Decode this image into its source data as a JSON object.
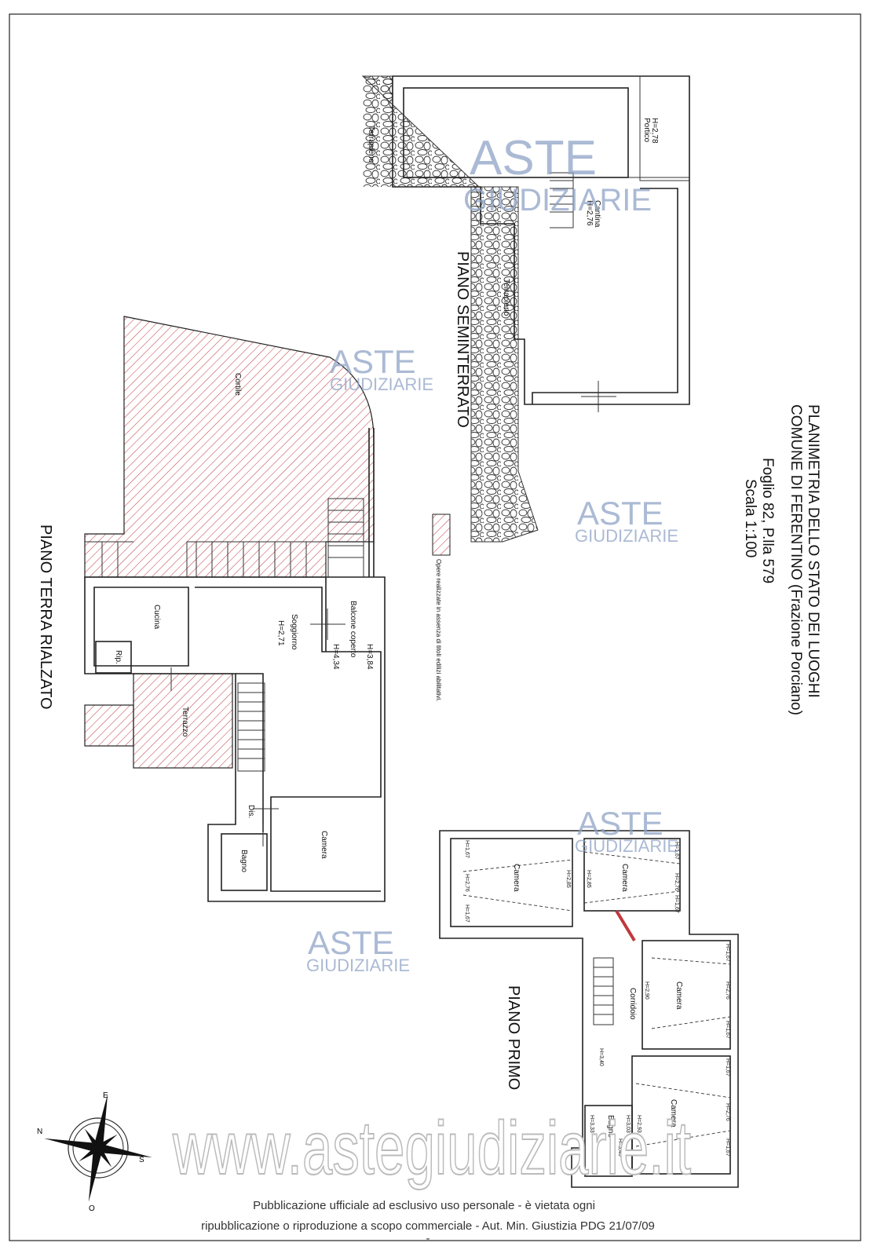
{
  "title": {
    "line1": "PLANIMETRIA DELLO STATO DEI LUOGHI",
    "line2": "COMUNE DI FERENTINO (Frazione Porciano)",
    "line3": "Foglio 82, P.lla 579",
    "line4": "Scala 1:100"
  },
  "legend": {
    "label": "Opere realizzate in assenza di titoli edilizi abilitativi.",
    "hatch_color": "#c0393b"
  },
  "floors": {
    "seminterrato": {
      "name": "PIANO SEMINTERRATO",
      "rooms": {
        "portico": "Portico",
        "portico_h": "H=2,78",
        "cantina": "Cantina",
        "cantina_h": "H=2,76",
        "terrapieno1": "Terrapieno",
        "terrapieno2": "Terrapieno"
      }
    },
    "terra": {
      "name": "PIANO TERRA RIALZATO",
      "rooms": {
        "cortile": "Cortile",
        "cucina": "Cucina",
        "rip": "Rip.",
        "soggiorno": "Soggiorno",
        "soggiorno_h": "H=2,71",
        "balcone": "Balcone coperto",
        "balcone_h1": "H=3,84",
        "balcone_h2": "H=4,34",
        "terrazzo": "Terrazzo",
        "dis": "Dis.",
        "bagno": "Bagno",
        "camera": "Camera"
      }
    },
    "primo": {
      "name": "PIANO PRIMO",
      "rooms": {
        "camera1": "Camera",
        "camera2": "Camera",
        "camera3": "Camera",
        "camera4": "Camera",
        "corridoio": "Corridoio",
        "bagno": "Bagno",
        "h167": "H=1,67",
        "h276": "H=2,76",
        "h285": "H=2,85",
        "h290": "H=2,90",
        "h340": "H=3,40",
        "h303": "H=3,03",
        "h293": "H=2,93",
        "h333": "H=3,33"
      }
    }
  },
  "watermark": {
    "aste": "ASTE",
    "giudiziarie": "GIUDIZIARIE",
    "url": "www.astegiudiziarie.it"
  },
  "compass": {
    "n": "N",
    "s": "S",
    "e": "E",
    "o": "O"
  },
  "footer": {
    "line1": "Pubblicazione ufficiale ad esclusivo uso personale - è vietata ogni",
    "line2": "ripubblicazione o riproduzione a scopo commerciale - Aut. Min. Giustizia PDG 21/07/09",
    "dash": "-"
  }
}
